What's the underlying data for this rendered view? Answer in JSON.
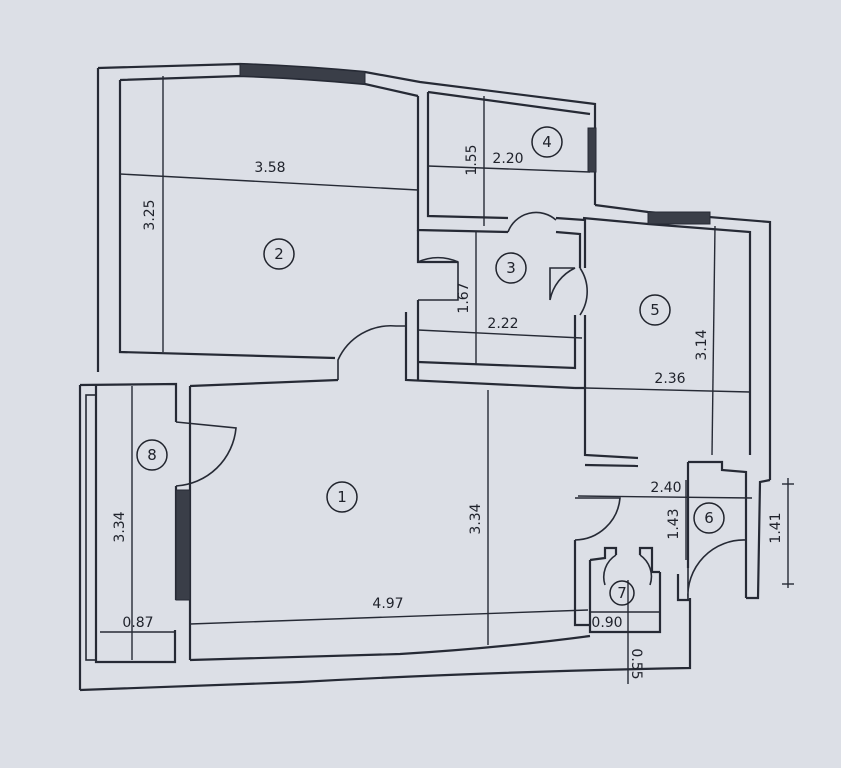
{
  "rooms": [
    {
      "id": "1"
    },
    {
      "id": "2"
    },
    {
      "id": "3"
    },
    {
      "id": "4"
    },
    {
      "id": "5"
    },
    {
      "id": "6"
    },
    {
      "id": "7"
    },
    {
      "id": "8"
    }
  ],
  "dimensions": {
    "room2_width": "3.58",
    "room2_depth": "3.25",
    "room4_depth": "1.55",
    "room4_width": "2.20",
    "room3_depth": "1.67",
    "room3_width": "2.22",
    "room5_depth": "3.14",
    "room5_width": "2.36",
    "room8_depth": "3.34",
    "room8_width": "0.87",
    "room1_depth": "3.34",
    "room1_width": "4.97",
    "room6_width": "2.40",
    "room6_depth": "1.43",
    "outer_right": "1.41",
    "room7_width": "0.90",
    "room7_depth": "0.55"
  },
  "colors": {
    "paper": "#dcdfe6",
    "ink": "#262a35"
  }
}
